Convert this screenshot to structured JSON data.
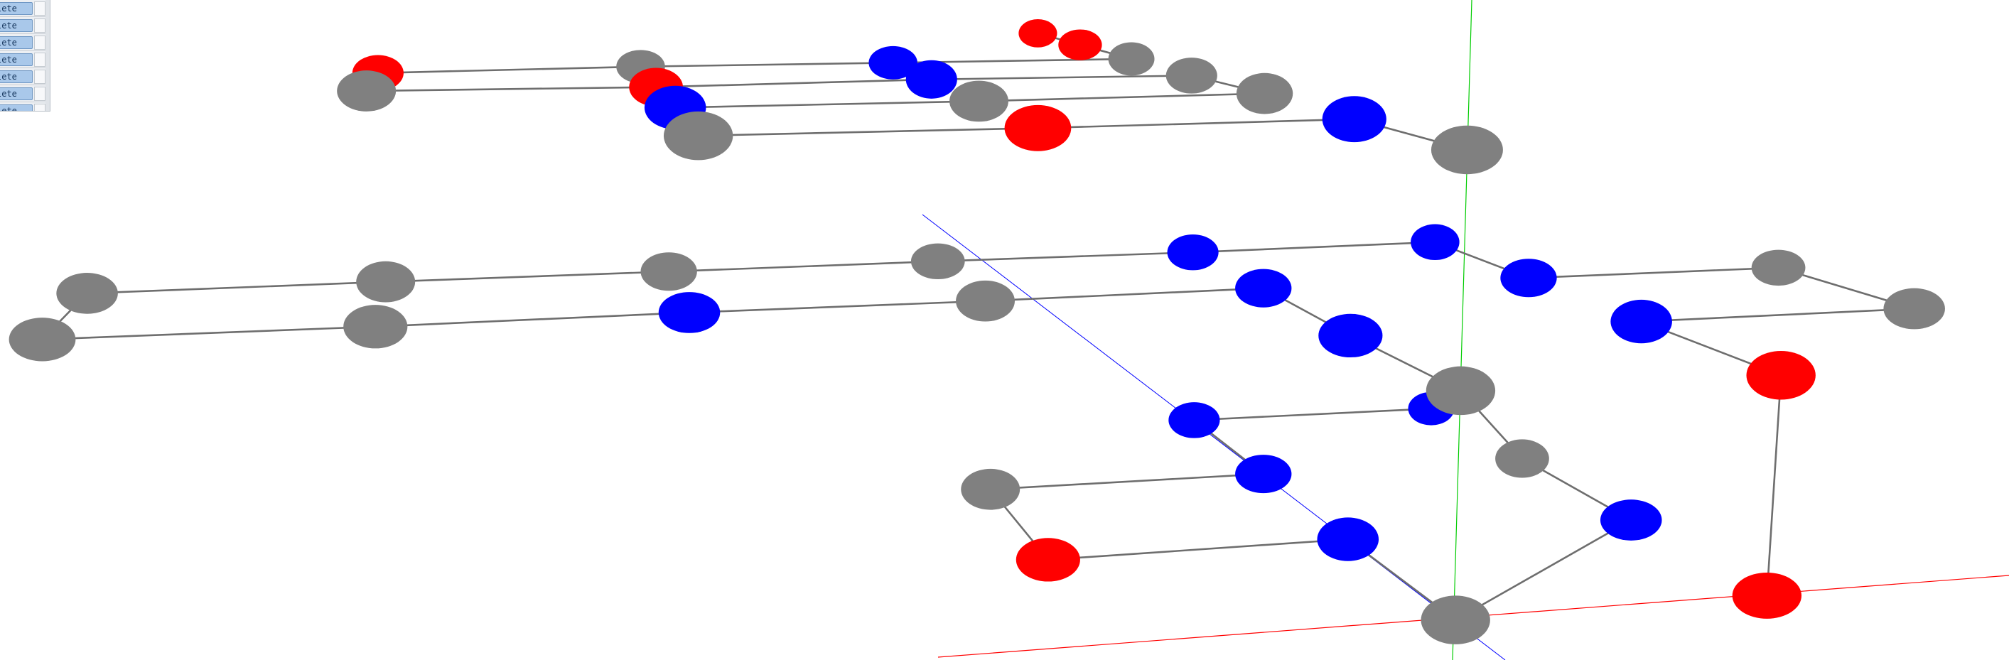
{
  "panel": {
    "rows": [
      {
        "label": "lete"
      },
      {
        "label": "lete"
      },
      {
        "label": "lete"
      },
      {
        "label": "lete"
      },
      {
        "label": "lete"
      },
      {
        "label": "lete"
      },
      {
        "label": "lete"
      }
    ]
  },
  "scene": {
    "background": "#ffffff",
    "colors": {
      "gray": "#808080",
      "blue": "#0000ff",
      "red": "#ff0000",
      "bond": "#6e6e6e",
      "axis_x": "#ff0000",
      "axis_y": "#00cc00",
      "axis_z": "#0000ff"
    }
  }
}
